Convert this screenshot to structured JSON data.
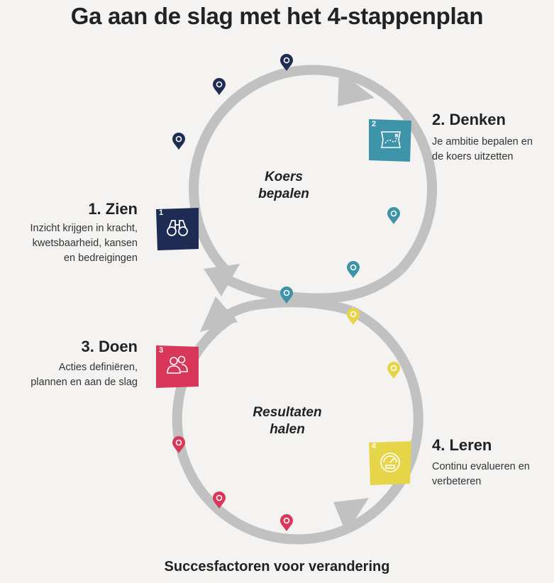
{
  "title": "Ga aan de slag met het 4-stappenplan",
  "footer": "Succesfactoren voor verandering",
  "loops": {
    "top": {
      "line1": "Koers",
      "line2": "bepalen"
    },
    "bottom": {
      "line1": "Resultaten",
      "line2": "halen"
    }
  },
  "steps": [
    {
      "number": "1",
      "title": "1. Zien",
      "desc_lines": [
        "Inzicht krijgen in kracht,",
        "kwetsbaarheid, kansen",
        "en bedreigingen"
      ],
      "color": "#1e2b52",
      "icon": "binoculars-icon"
    },
    {
      "number": "2",
      "title": "2. Denken",
      "desc_lines": [
        "Je ambitie bepalen en",
        "de koers uitzetten"
      ],
      "color": "#3d93a7",
      "icon": "map-icon"
    },
    {
      "number": "3",
      "title": "3. Doen",
      "desc_lines": [
        "Acties definiëren,",
        "plannen en aan de slag"
      ],
      "color": "#d9375a",
      "icon": "people-icon"
    },
    {
      "number": "4",
      "title": "4. Leren",
      "desc_lines": [
        "Continu evalueren en",
        "verbeteren"
      ],
      "color": "#e6d548",
      "icon": "gauge-icon"
    }
  ],
  "colors": {
    "loop": "#c1c1c1",
    "background": "#f4f3f1"
  }
}
